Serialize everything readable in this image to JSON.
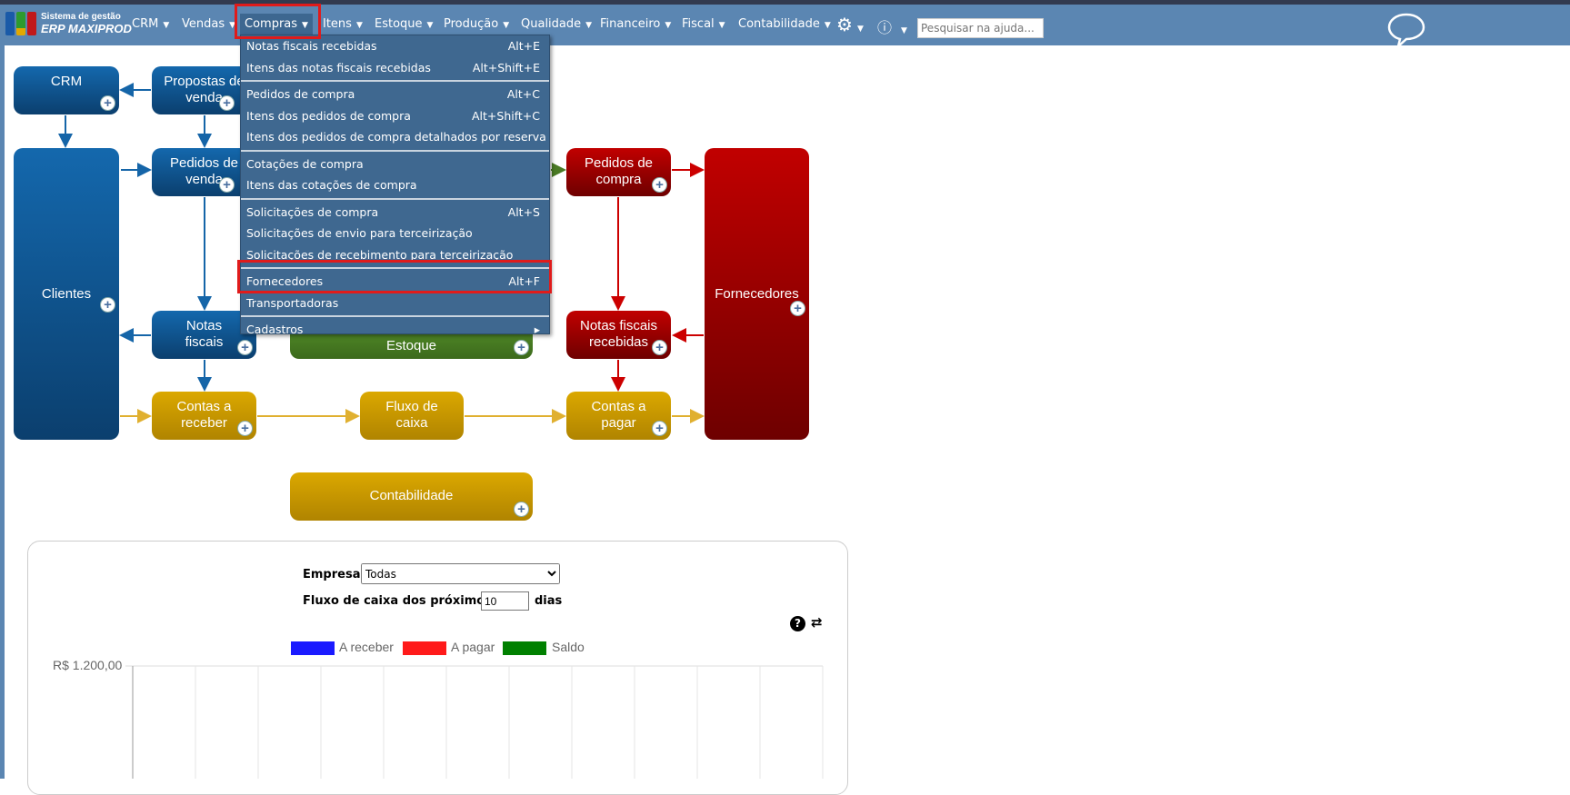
{
  "header": {
    "logo_line1": "Sistema de gestão",
    "logo_line2": "ERP MAXIPROD",
    "search_placeholder": "Pesquisar na ajuda...",
    "nav": [
      "CRM",
      "Vendas",
      "Compras",
      "Itens",
      "Estoque",
      "Produção",
      "Qualidade",
      "Financeiro",
      "Fiscal",
      "Contabilidade"
    ]
  },
  "menu": {
    "groups": [
      [
        {
          "label": "Notas fiscais recebidas",
          "shortcut": "Alt+E"
        },
        {
          "label": "Itens das notas fiscais recebidas",
          "shortcut": "Alt+Shift+E"
        }
      ],
      [
        {
          "label": "Pedidos de compra",
          "shortcut": "Alt+C"
        },
        {
          "label": "Itens dos pedidos de compra",
          "shortcut": "Alt+Shift+C"
        },
        {
          "label": "Itens dos pedidos de compra detalhados por reserva",
          "shortcut": ""
        }
      ],
      [
        {
          "label": "Cotações de compra",
          "shortcut": ""
        },
        {
          "label": "Itens das cotações de compra",
          "shortcut": ""
        }
      ],
      [
        {
          "label": "Solicitações de compra",
          "shortcut": "Alt+S"
        },
        {
          "label": "Solicitações de envio para terceirização",
          "shortcut": ""
        },
        {
          "label": "Solicitações de recebimento para terceirização",
          "shortcut": ""
        }
      ],
      [
        {
          "label": "Fornecedores",
          "shortcut": "Alt+F"
        },
        {
          "label": "Transportadoras",
          "shortcut": ""
        }
      ],
      [
        {
          "label": "Cadastros",
          "shortcut": "▸"
        }
      ]
    ]
  },
  "diagram": {
    "crm": "CRM",
    "propostas": "Propostas de venda",
    "clientes": "Clientes",
    "pedidos_venda": "Pedidos de venda",
    "notas_fiscais": "Notas fiscais",
    "estoque": "Estoque",
    "pedidos_compra": "Pedidos de compra",
    "fornecedores": "Fornecedores",
    "nf_recebidas": "Notas fiscais recebidas",
    "contas_receber": "Contas a receber",
    "fluxo": "Fluxo de caixa",
    "contas_pagar": "Contas a pagar",
    "contabilidade": "Contabilidade"
  },
  "panel": {
    "empresa_label": "Empresa",
    "empresa_value": "Todas",
    "fluxo_label": "Fluxo de caixa dos próximos",
    "days": "10",
    "dias": "dias",
    "legend": [
      {
        "name": "A receber",
        "color": "#1a1aff"
      },
      {
        "name": "A pagar",
        "color": "#ff1a1a"
      },
      {
        "name": "Saldo",
        "color": "#008000"
      }
    ],
    "y_tick": "R$ 1.200,00"
  }
}
